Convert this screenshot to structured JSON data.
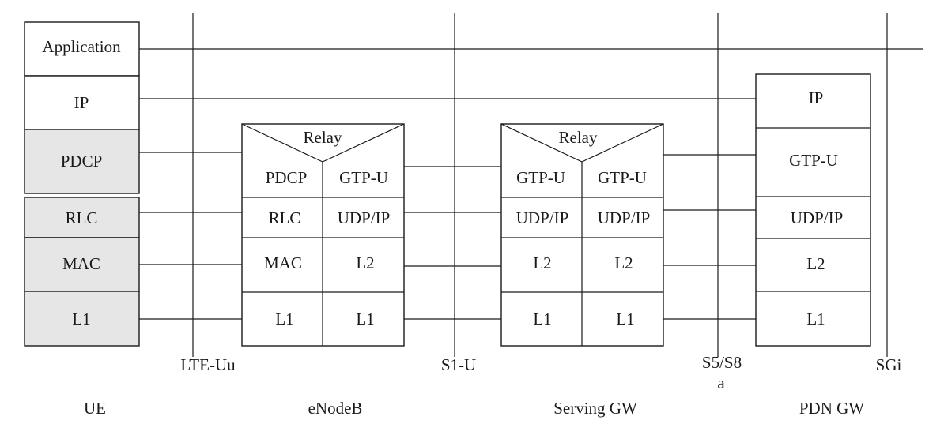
{
  "nodes": {
    "ue": "UE",
    "enodeb": "eNodeB",
    "serving_gw": "Serving GW",
    "pdn_gw": "PDN GW"
  },
  "interfaces": {
    "lte_uu": "LTE-Uu",
    "s1_u": "S1-U",
    "s5_s8a_line1": "S5/S8",
    "s5_s8a_line2": "a",
    "sgi": "SGi"
  },
  "ue_stack": {
    "application": "Application",
    "ip": "IP",
    "pdcp": "PDCP",
    "rlc": "RLC",
    "mac": "MAC",
    "l1": "L1"
  },
  "enodeb_stack": {
    "relay": "Relay",
    "left": {
      "pdcp": "PDCP",
      "rlc": "RLC",
      "mac": "MAC",
      "l1": "L1"
    },
    "right": {
      "gtpu": "GTP-U",
      "udpip": "UDP/IP",
      "l2": "L2",
      "l1": "L1"
    }
  },
  "sgw_stack": {
    "relay": "Relay",
    "left": {
      "gtpu": "GTP-U",
      "udpip": "UDP/IP",
      "l2": "L2",
      "l1": "L1"
    },
    "right": {
      "gtpu": "GTP-U",
      "udpip": "UDP/IP",
      "l2": "L2",
      "l1": "L1"
    }
  },
  "pgw_stack": {
    "ip": "IP",
    "gtpu": "GTP-U",
    "udpip": "UDP/IP",
    "l2": "L2",
    "l1": "L1"
  },
  "colors": {
    "shaded_layer": "#e6e6e6",
    "plain_layer": "#ffffff",
    "line": "#1a1a1a"
  }
}
